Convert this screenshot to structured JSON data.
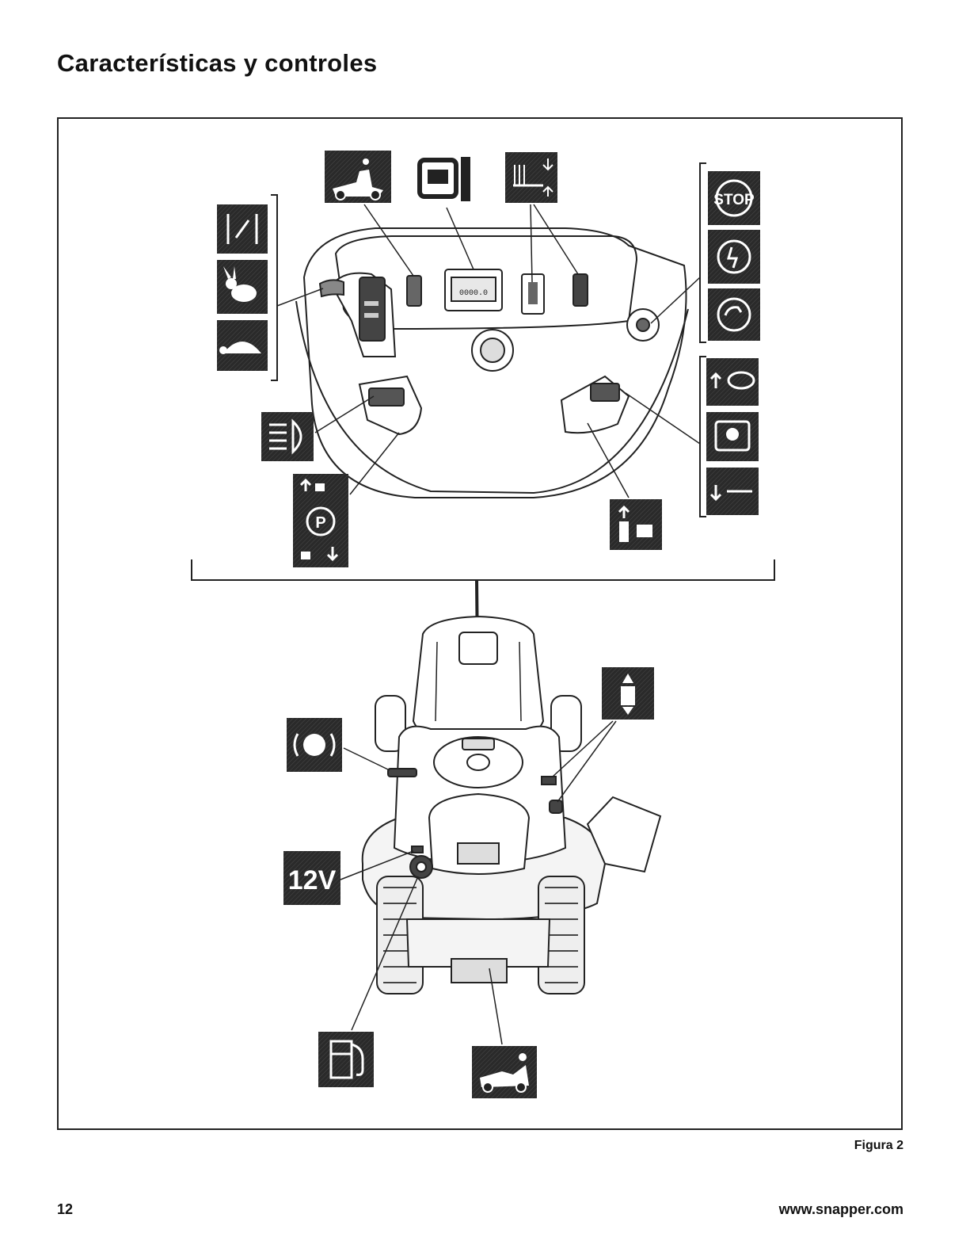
{
  "page": {
    "title": "Características y controles",
    "caption": "Figura 2",
    "page_number": "12",
    "website": "www.snapper.com"
  },
  "panel_display": {
    "hour_meter": "0000.0"
  },
  "icons": {
    "throttle_range": "throttle-range-icon",
    "fast": "rabbit-icon",
    "slow": "turtle-icon",
    "reverse_mow": "reverse-mow-operator-icon",
    "display": "hour-meter-display-icon",
    "deck_height": "deck-height-icon",
    "stop": "stop-icon",
    "engine_on": "engine-on-icon",
    "engine_start": "engine-start-icon",
    "headlights": "headlight-icon",
    "park_brake": "parking-brake-icon",
    "pto_engage": "pto-engage-icon",
    "pto": "pto-icon",
    "pto_disengage": "pto-disengage-icon",
    "cruise_lock": "cruise-lock-icon",
    "forward_reverse": "forward-reverse-pedal-icon",
    "brake_pedal": "brake-pedal-icon",
    "power_outlet": "power-outlet-12v-icon",
    "fuel": "fuel-pump-icon",
    "seat_switch": "operator-presence-icon"
  },
  "labels": {
    "power_12v": "12V",
    "stop": "STOP",
    "park": "P"
  },
  "colors": {
    "tile": "#1e1e1e",
    "line": "#222222",
    "mower_fill": "#f4f4f4"
  }
}
